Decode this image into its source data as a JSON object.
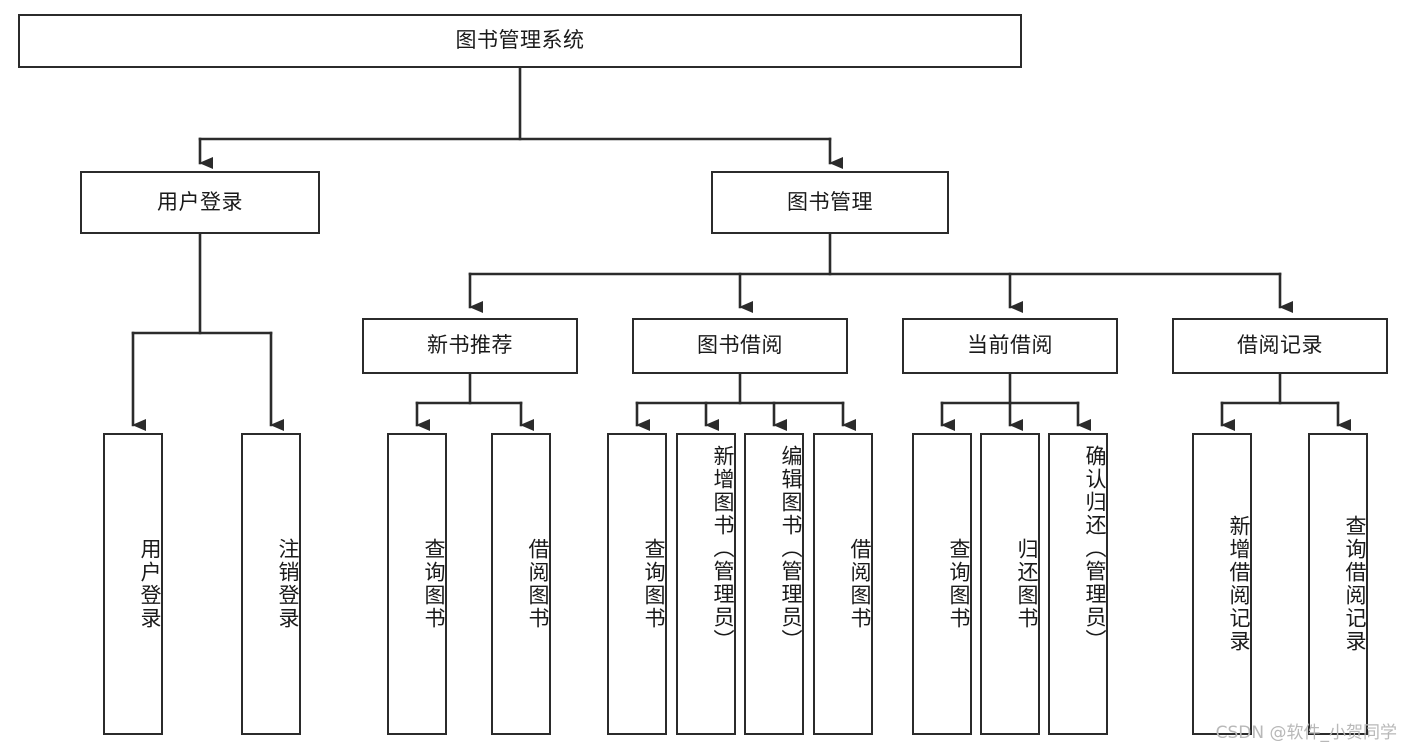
{
  "diagram": {
    "title": "图书管理系统",
    "type": "tree-hierarchy-chart",
    "watermark": "CSDN @软件_小贺同学",
    "colors": {
      "background": "#ffffff",
      "node_border": "#2b2b2b",
      "node_fill": "#ffffff",
      "text": "#1a1a1a",
      "edge": "#2b2b2b",
      "watermark": "#b8b8b8"
    },
    "root": {
      "label": "图书管理系统"
    },
    "level2": [
      {
        "id": "user-login",
        "label": "用户登录"
      },
      {
        "id": "book-manage",
        "label": "图书管理"
      }
    ],
    "level3": [
      {
        "id": "new-book-recommend",
        "label": "新书推荐"
      },
      {
        "id": "book-borrow",
        "label": "图书借阅"
      },
      {
        "id": "current-borrow",
        "label": "当前借阅"
      },
      {
        "id": "borrow-record",
        "label": "借阅记录"
      }
    ],
    "leaves": {
      "user-login": [
        {
          "id": "leaf-user-login",
          "label": "用户登录"
        },
        {
          "id": "leaf-logout-login",
          "label": "注销登录"
        }
      ],
      "new-book-recommend": [
        {
          "id": "leaf-query-book-1",
          "label": "查询图书"
        },
        {
          "id": "leaf-borrow-book-1",
          "label": "借阅图书"
        }
      ],
      "book-borrow": [
        {
          "id": "leaf-query-book-2",
          "label": "查询图书"
        },
        {
          "id": "leaf-add-book-admin",
          "label": "新增图书（管理员）"
        },
        {
          "id": "leaf-edit-book-admin",
          "label": "编辑图书（管理员）"
        },
        {
          "id": "leaf-borrow-book-2",
          "label": "借阅图书"
        }
      ],
      "current-borrow": [
        {
          "id": "leaf-query-book-3",
          "label": "查询图书"
        },
        {
          "id": "leaf-return-book",
          "label": "归还图书"
        },
        {
          "id": "leaf-confirm-return-admin",
          "label": "确认归还（管理员）"
        }
      ],
      "borrow-record": [
        {
          "id": "leaf-add-borrow-record",
          "label": "新增借阅记录"
        },
        {
          "id": "leaf-query-borrow-record",
          "label": "查询借阅记录"
        }
      ]
    }
  }
}
